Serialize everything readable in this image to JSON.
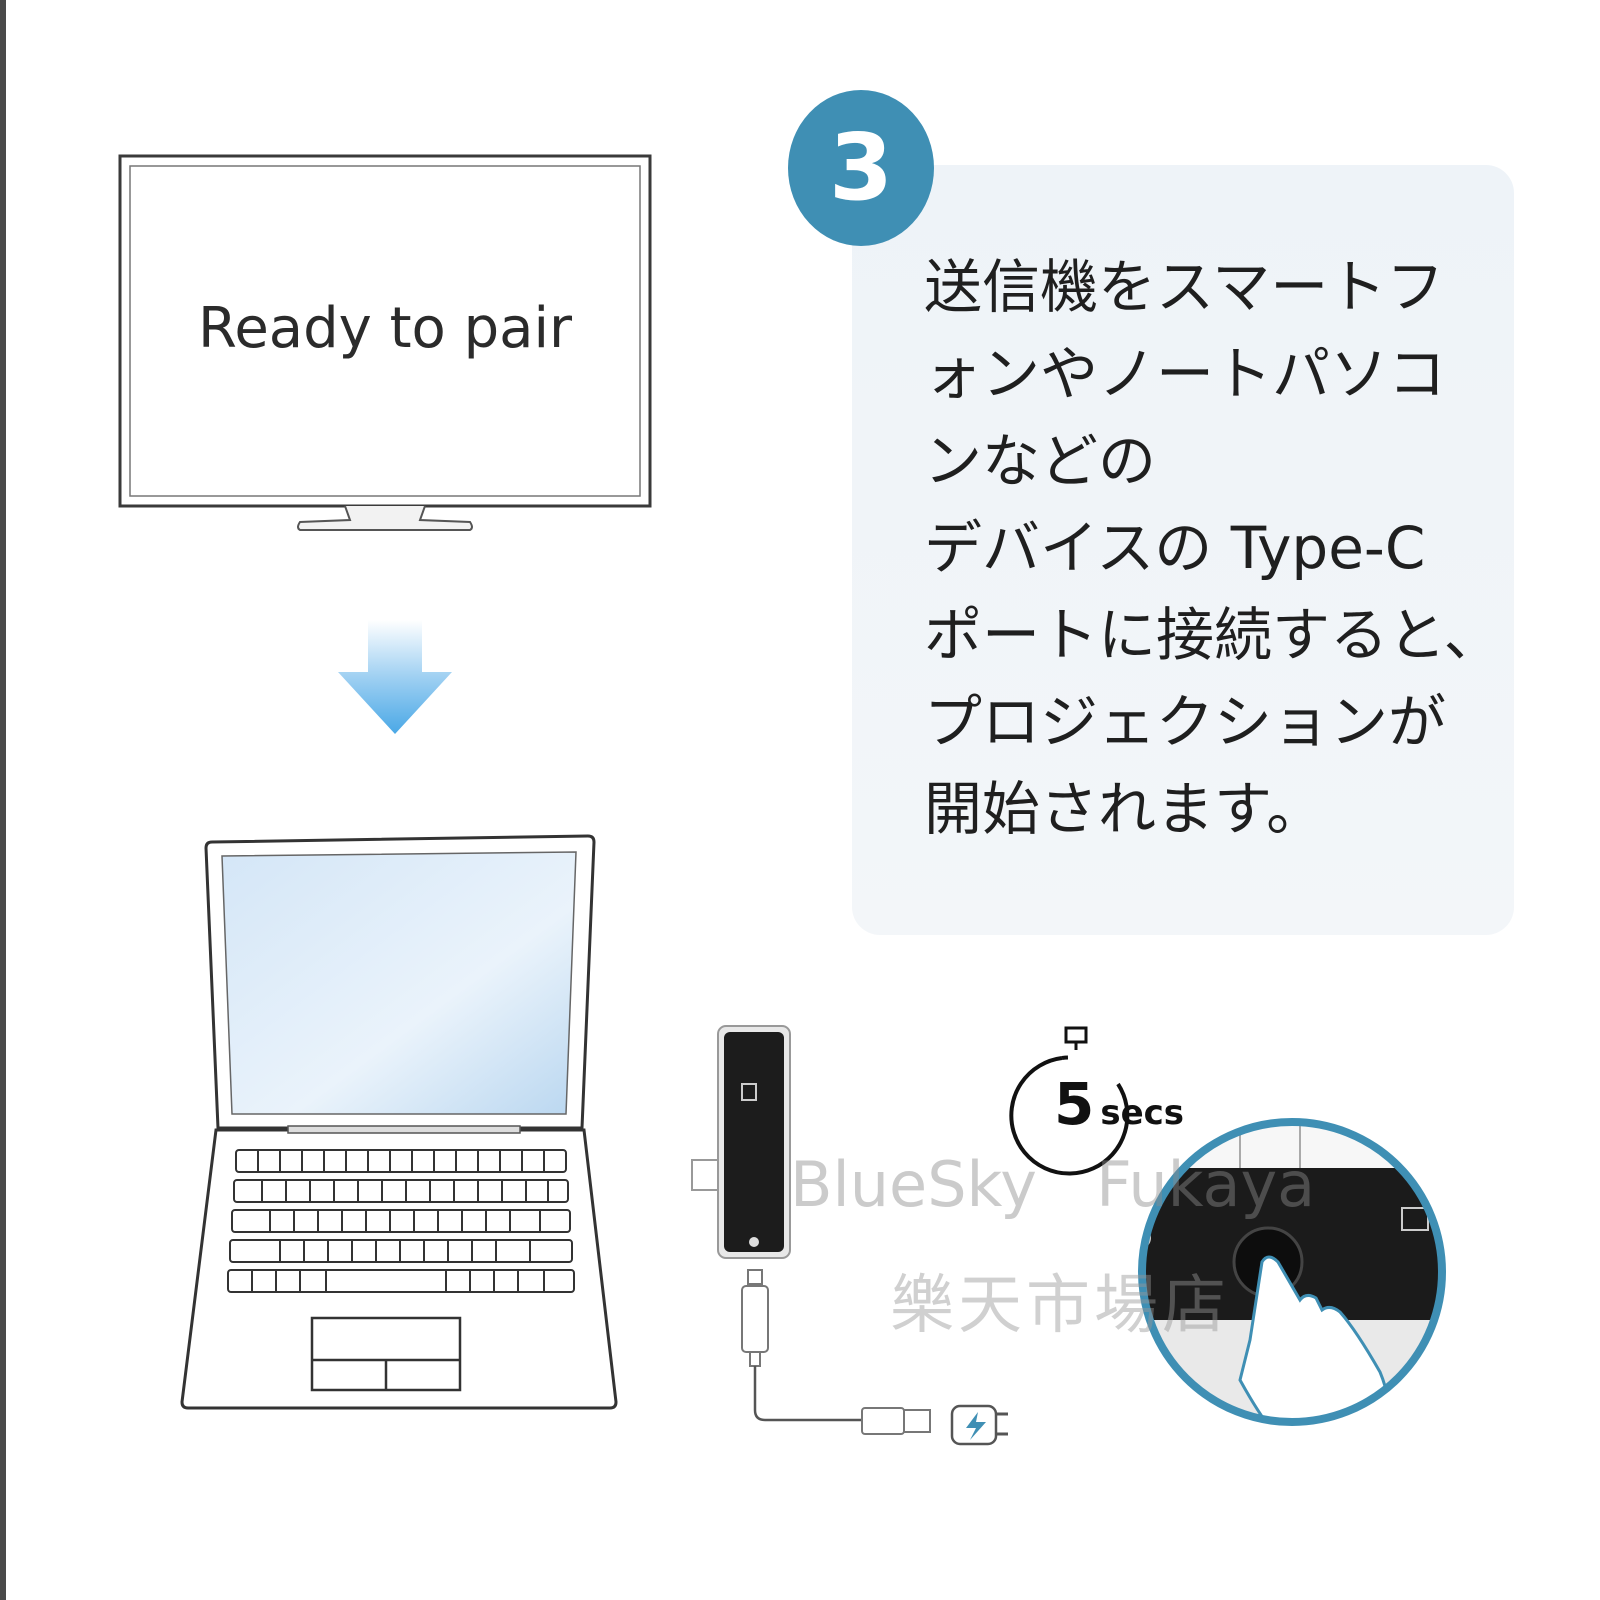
{
  "tv": {
    "screen_text": "Ready to pair"
  },
  "step": {
    "number": "3",
    "lines": [
      "送信機をスマートフ",
      "ォンやノートパソコ",
      "ンなどの",
      "デバイスの Type-C",
      "ポートに接続すると、",
      "プロジェクションが",
      "開始されます。"
    ]
  },
  "timer": {
    "number": "5",
    "unit": "secs"
  },
  "watermark": {
    "shop": "BlueSky   Fukaya",
    "market": "樂天市場店"
  },
  "colors": {
    "accent": "#3f8fb4",
    "arrow": "#5bb2e8",
    "panel": "#eef3f8"
  }
}
